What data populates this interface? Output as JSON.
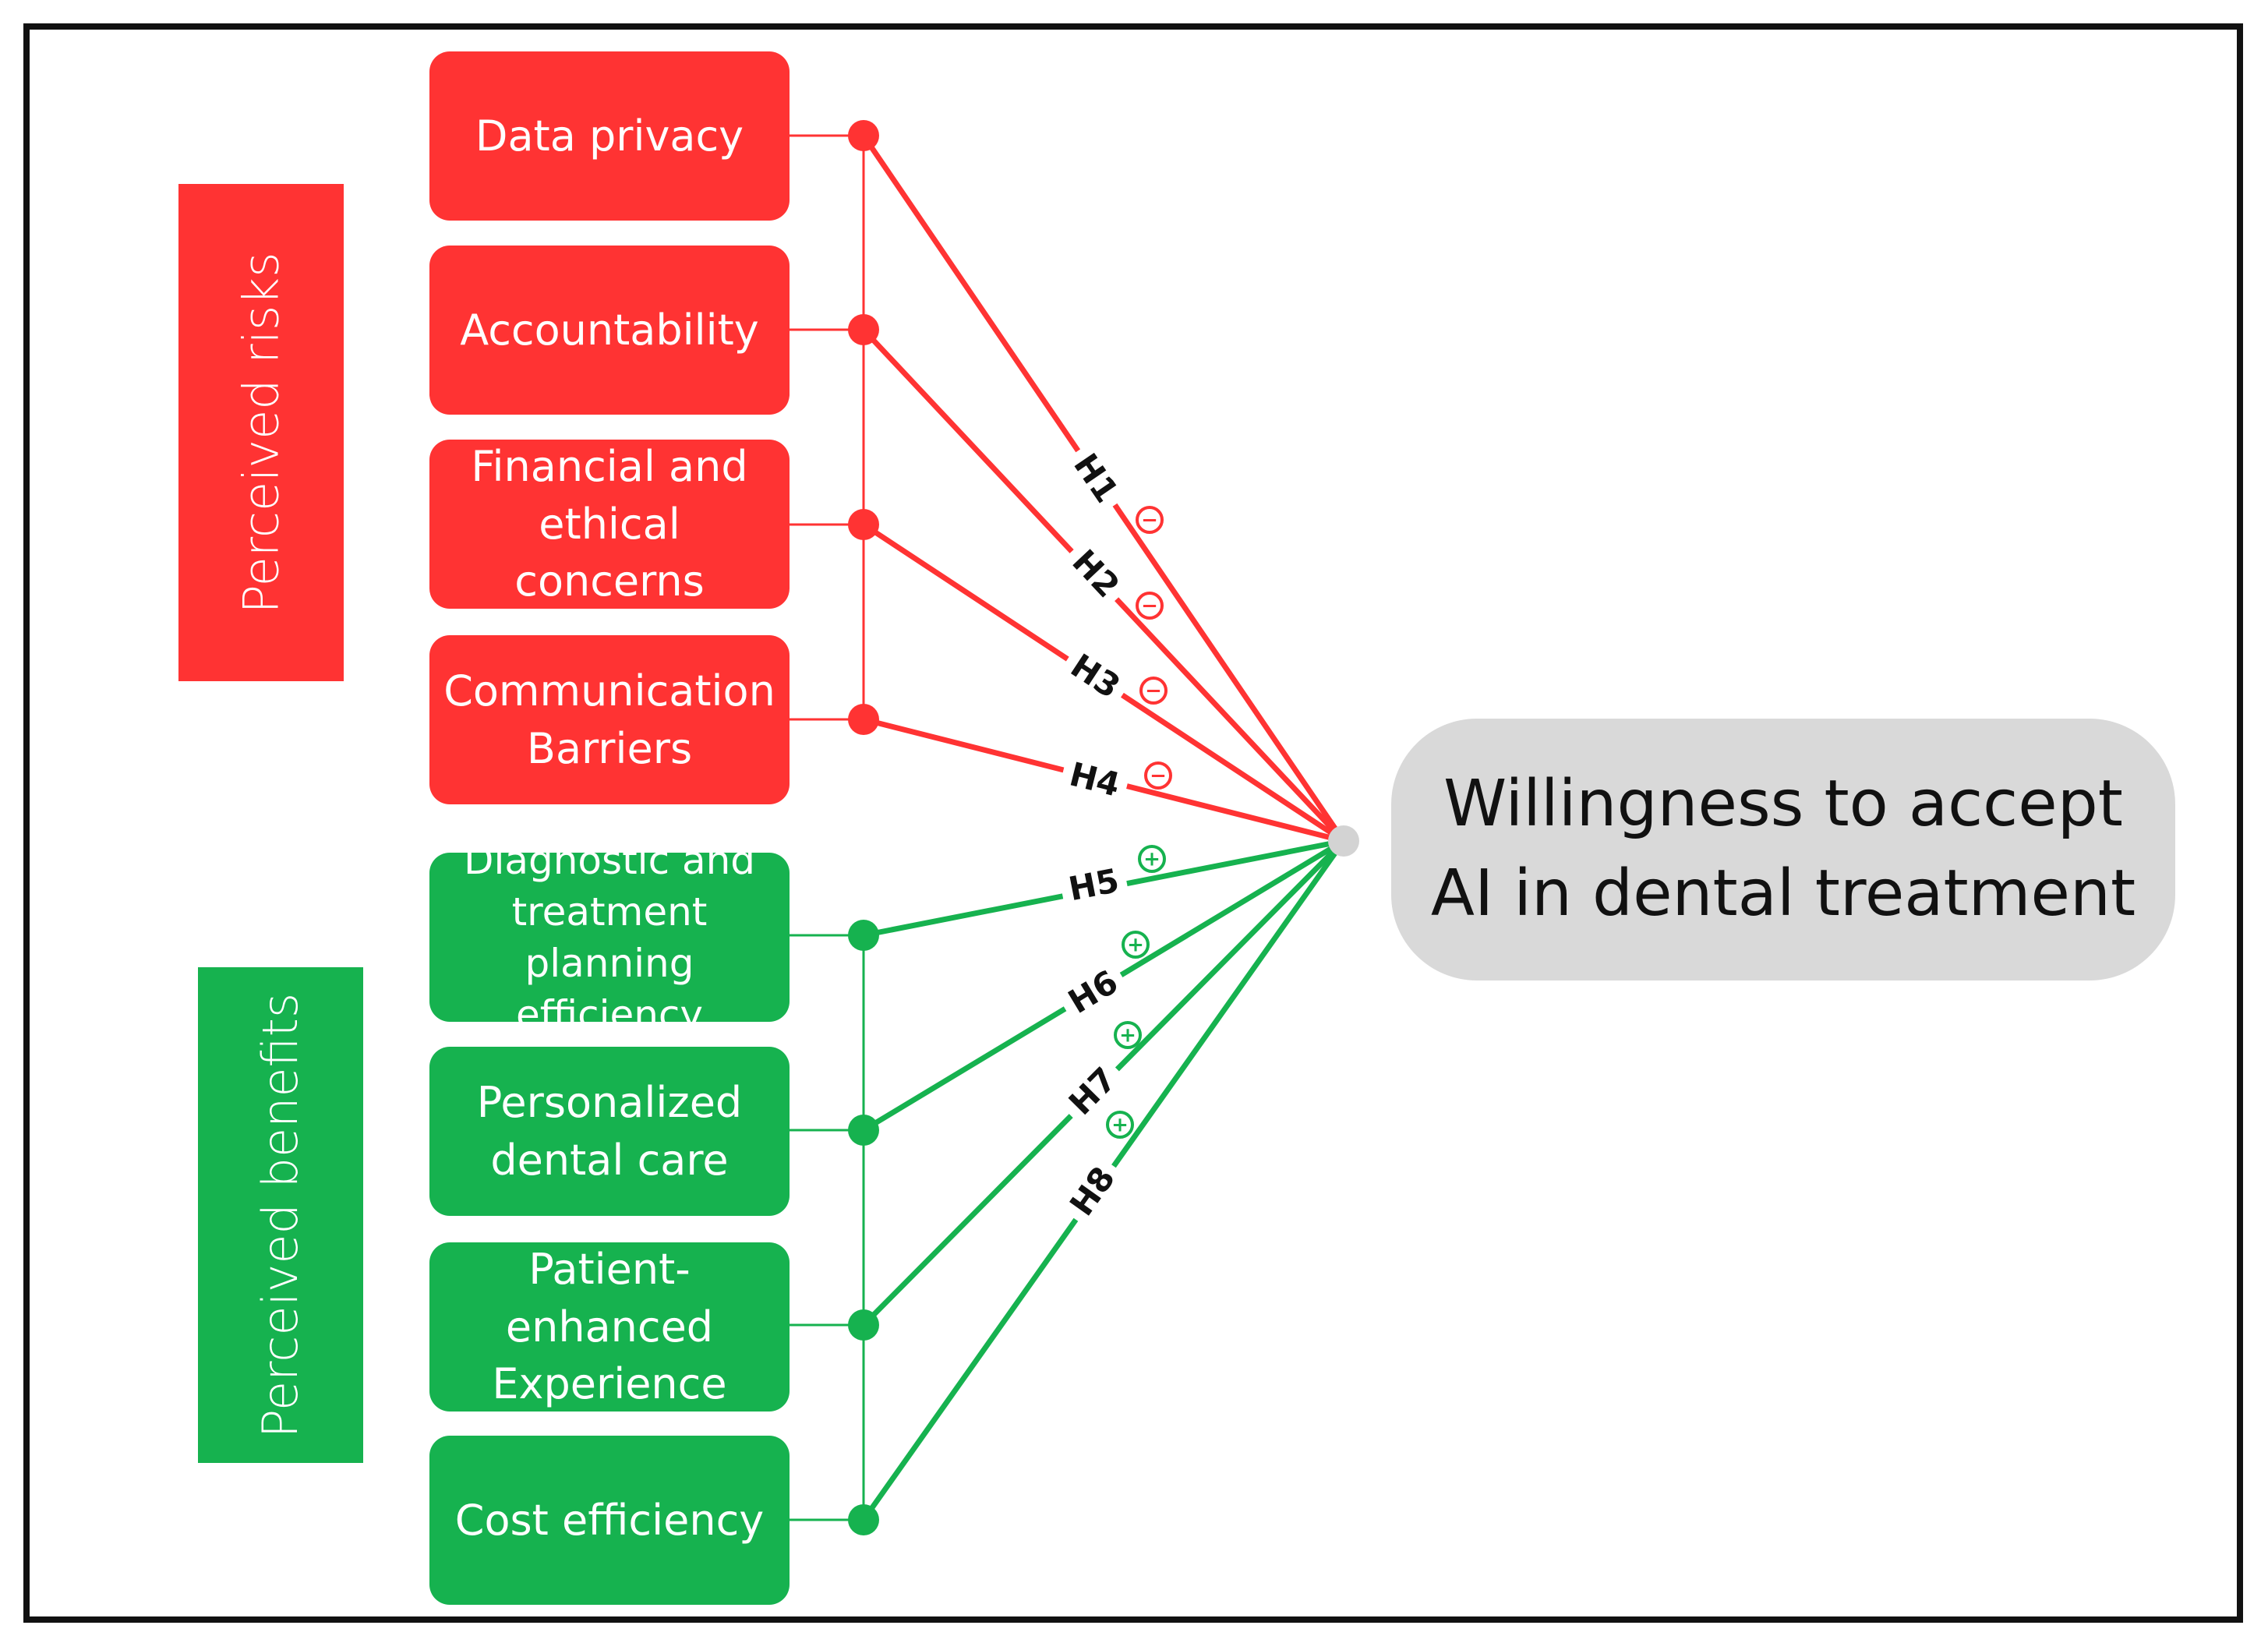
{
  "colors": {
    "risk": "#ff3333",
    "benefit": "#16b24f",
    "outcome_box": "#d9d9d9",
    "hub": "#d3d3d3"
  },
  "groups": {
    "risks": "Perceived risks",
    "benefits": "Perceived benefits"
  },
  "factors": [
    {
      "text": "Data  privacy",
      "group": "risk"
    },
    {
      "text": "Accountability",
      "group": "risk"
    },
    {
      "text": "Financial and\nethical concerns",
      "group": "risk"
    },
    {
      "text": "Communication\nBarriers",
      "group": "risk"
    },
    {
      "text": "Diagnostic and\ntreatment planning\nefficiency",
      "group": "benefit"
    },
    {
      "text": "Personalized\ndental care",
      "group": "benefit"
    },
    {
      "text": "Patient-enhanced\nExperience",
      "group": "benefit"
    },
    {
      "text": "Cost efficiency",
      "group": "benefit"
    }
  ],
  "hypotheses": [
    {
      "label": "H1",
      "sign": "−"
    },
    {
      "label": "H2",
      "sign": "−"
    },
    {
      "label": "H3",
      "sign": "−"
    },
    {
      "label": "H4",
      "sign": "−"
    },
    {
      "label": "H5",
      "sign": "+"
    },
    {
      "label": "H6",
      "sign": "+"
    },
    {
      "label": "H7",
      "sign": "+"
    },
    {
      "label": "H8",
      "sign": "+"
    }
  ],
  "outcome": "Willingness to accept\nAI in dental treatment"
}
